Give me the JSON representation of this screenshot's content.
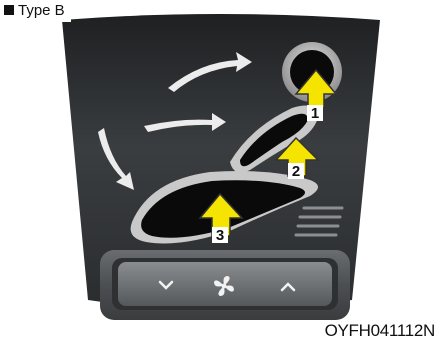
{
  "header": {
    "label": "Type B"
  },
  "figure_code": "OYFH041112N",
  "callouts": [
    {
      "number": "1",
      "target": "back-rest-knob"
    },
    {
      "number": "2",
      "target": "seat-back-section"
    },
    {
      "number": "3",
      "target": "seat-cushion-section"
    }
  ],
  "control_buttons": [
    {
      "glyph": "⌄",
      "icon": "chevron-down-icon"
    },
    {
      "glyph": "",
      "icon": "fan-icon"
    },
    {
      "glyph": "⌃",
      "icon": "chevron-up-icon"
    }
  ],
  "colors": {
    "panel_dark": "#2a2c2e",
    "panel_mid": "#4a4d50",
    "arrow_yellow": "#f5e400",
    "button_bar": "#5a5d60"
  }
}
